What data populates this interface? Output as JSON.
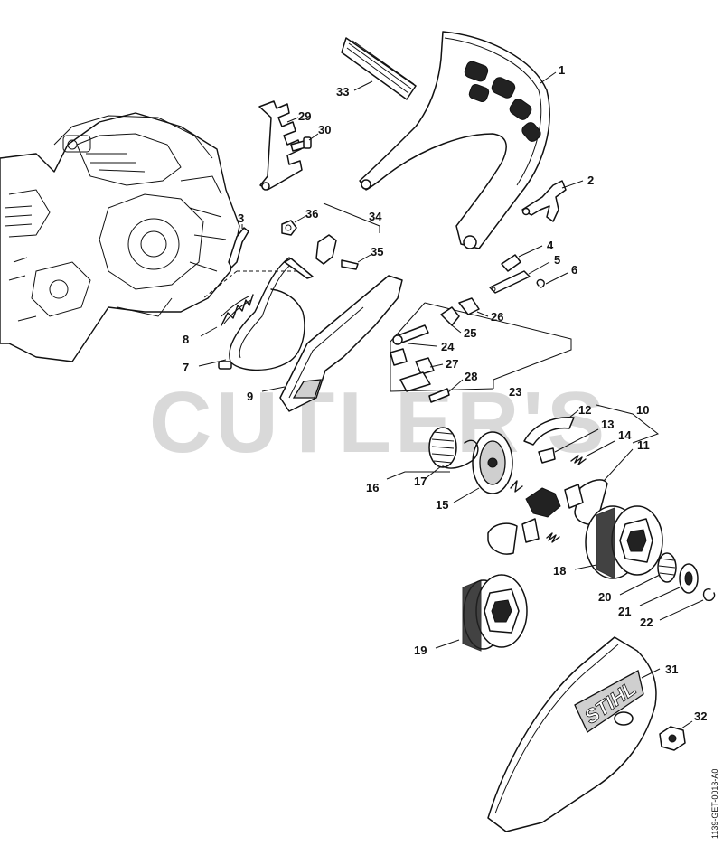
{
  "watermark": "CUTLER'S",
  "figure_code": "1139-GET-0013-A0",
  "brand_mark": "STIHL",
  "callouts": {
    "p1": "1",
    "p2": "2",
    "p3": "3",
    "p4": "4",
    "p5": "5",
    "p6": "6",
    "p7": "7",
    "p8": "8",
    "p9": "9",
    "p10": "10",
    "p11": "11",
    "p12": "12",
    "p13": "13",
    "p14": "14",
    "p15": "15",
    "p16": "16",
    "p17": "17",
    "p18": "18",
    "p19": "19",
    "p20": "20",
    "p21": "21",
    "p22": "22",
    "p23": "23",
    "p24": "24",
    "p25": "25",
    "p26": "26",
    "p27": "27",
    "p28": "28",
    "p29": "29",
    "p30": "30",
    "p31": "31",
    "p32": "32",
    "p33": "33",
    "p34": "34",
    "p35": "35",
    "p36": "36"
  }
}
